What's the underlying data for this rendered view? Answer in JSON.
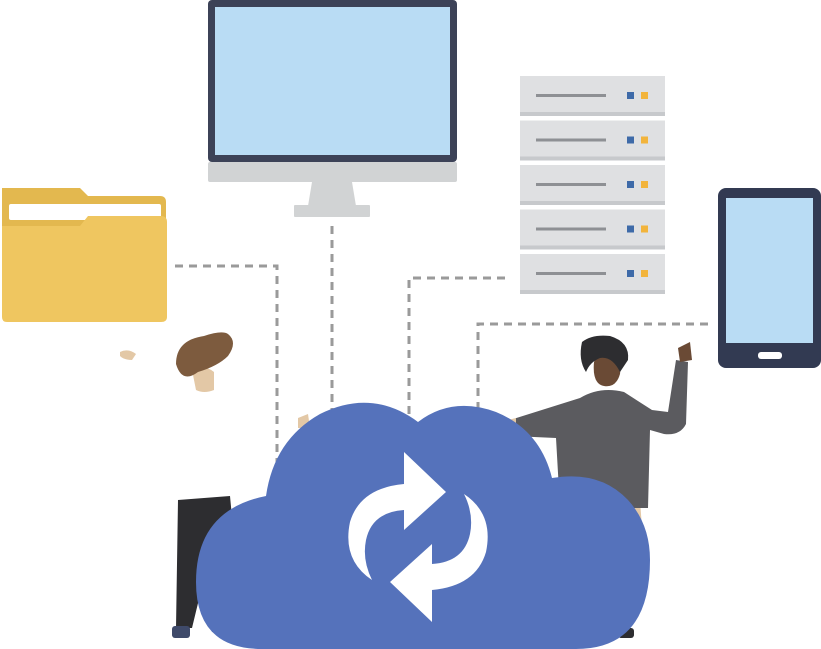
{
  "scene": {
    "kind": "illustration",
    "subject": "cloud-sync",
    "icons": [
      "folder-icon",
      "monitor-icon",
      "server-rack-icon",
      "tablet-icon",
      "cloud-icon",
      "sync-arrows-icon"
    ],
    "people": [
      "person-left",
      "person-right"
    ]
  },
  "colors": {
    "folder": "#efc660",
    "folder_dark": "#e3b84f",
    "monitor_frame": "#3c4257",
    "screen": "#b9dcf4",
    "stand": "#d1d3d4",
    "server_body": "#dfe0e2",
    "server_shadow": "#c7c9cc",
    "server_led_blue": "#3e6aa8",
    "server_led_yellow": "#f2b43c",
    "tablet_frame": "#323a52",
    "connector": "#9a9a9a",
    "cloud": "#5572bb",
    "sync_arrows": "#ffffff",
    "hair": "#7d5b3e",
    "skin_light": "#e3c8a6",
    "skin_dark": "#6a4a35",
    "sweater": "#5b5b5f",
    "pants": "#2d2d30",
    "shoe": "#3f4a6a"
  }
}
